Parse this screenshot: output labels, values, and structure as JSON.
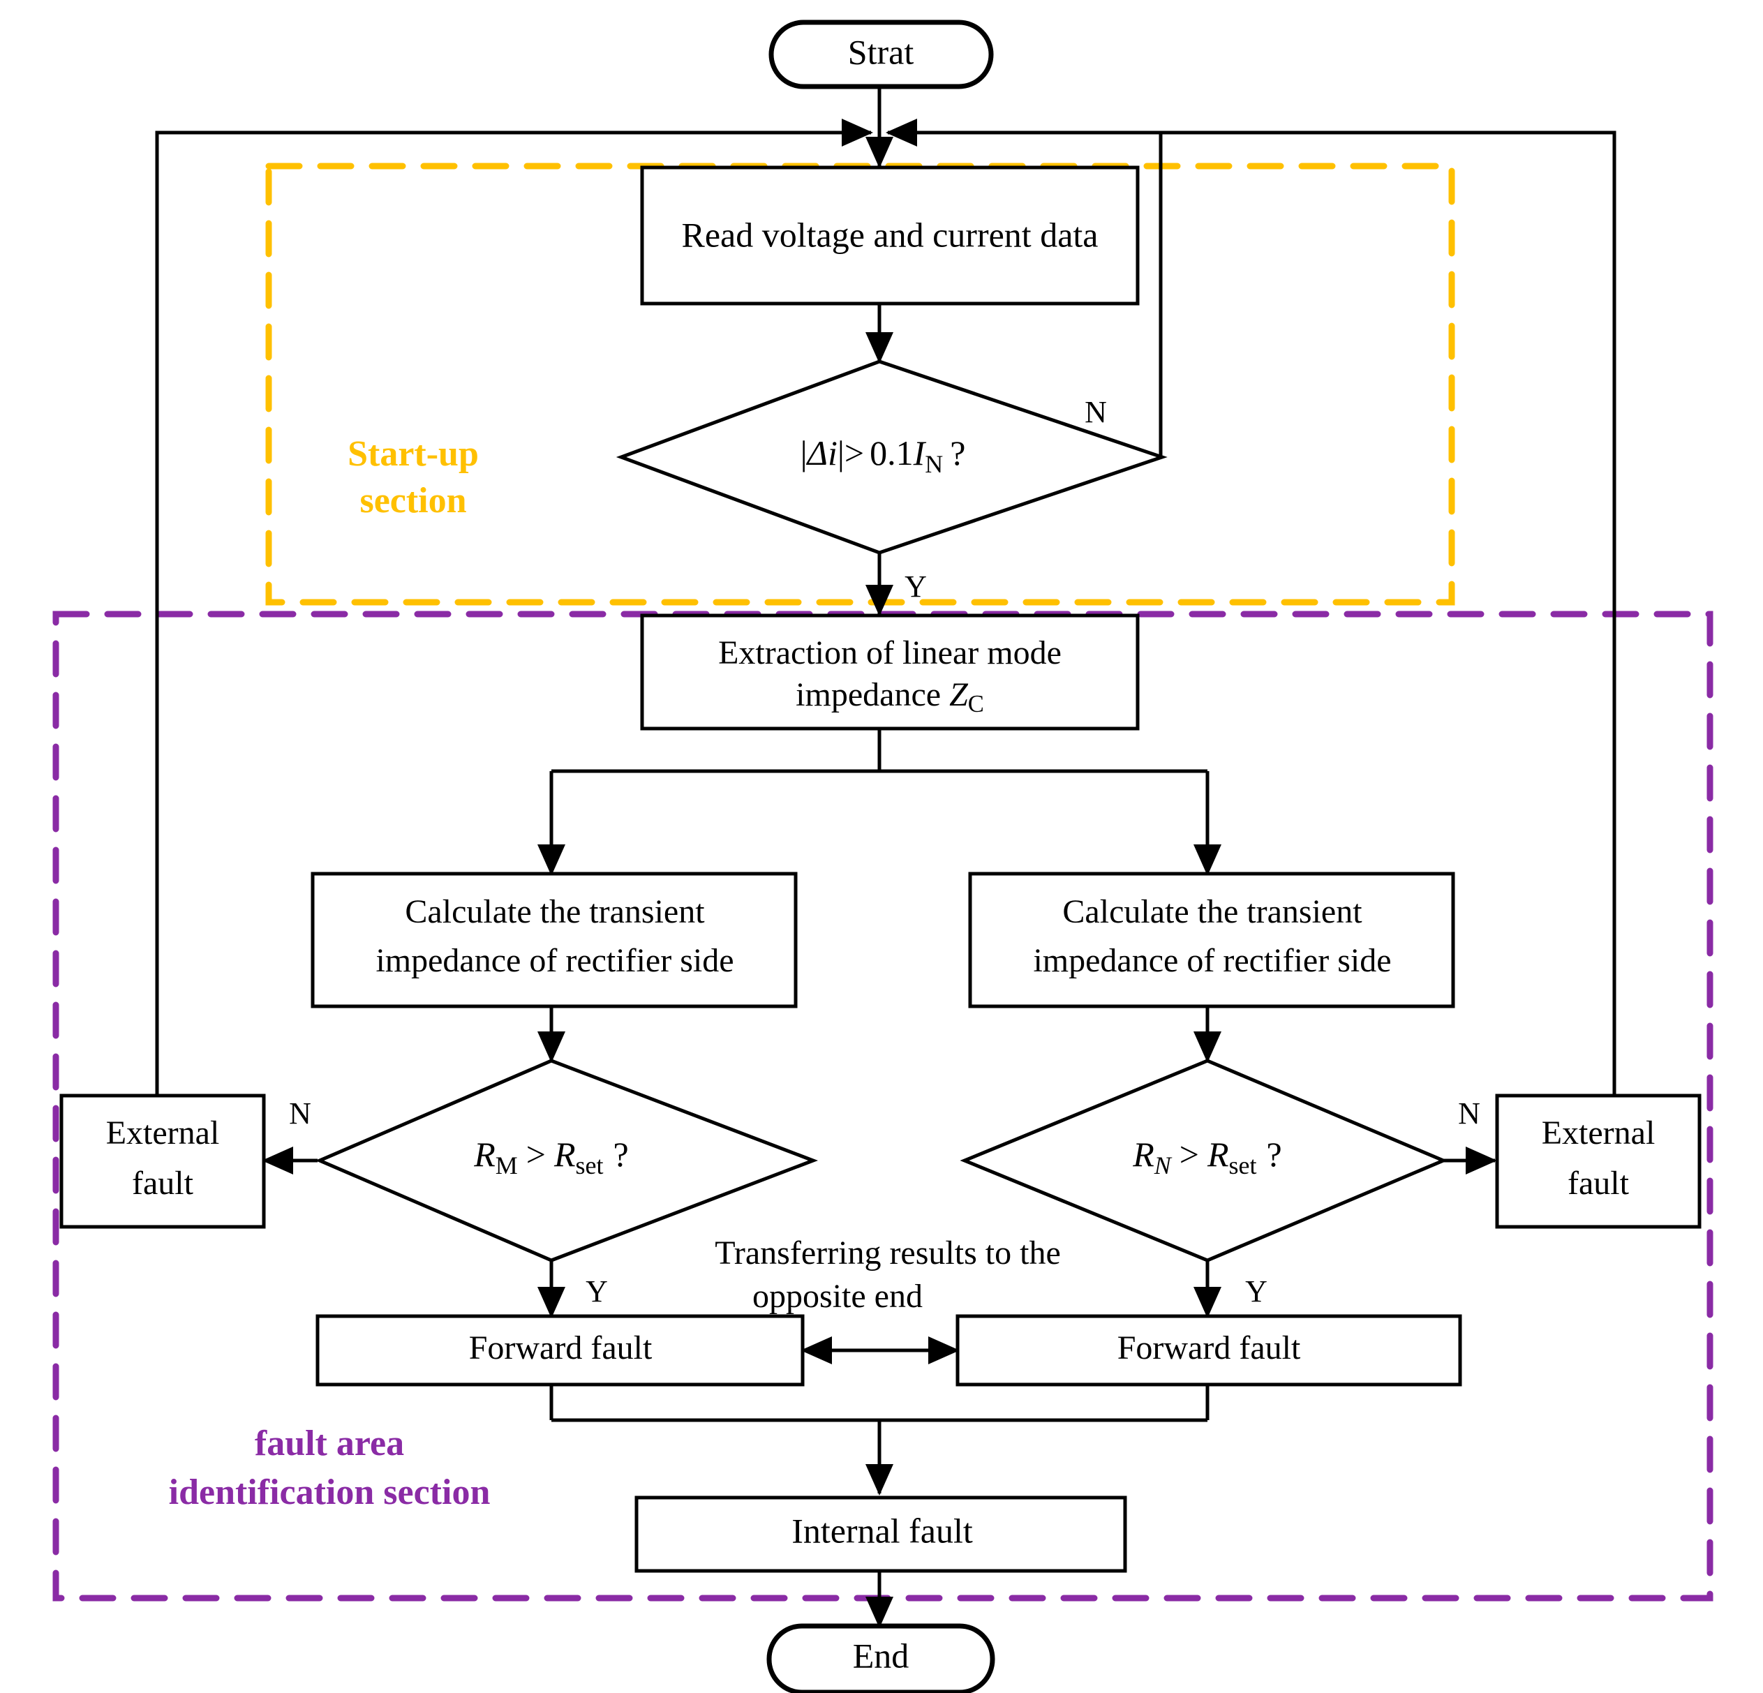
{
  "diagram": {
    "title": "Fault identification flowchart",
    "colors": {
      "startup_section": "#FFC000",
      "fault_section": "#8A2BA5",
      "line": "#000000",
      "background": "#FFFFFF"
    },
    "sections": [
      {
        "id": "startup",
        "label_line1": "Start-up",
        "label_line2": "section",
        "color": "#FFC000"
      },
      {
        "id": "fault-area",
        "label_line1": "fault area",
        "label_line2": "identification section",
        "color": "#8A2BA5"
      }
    ],
    "nodes": {
      "start": {
        "label": "Strat",
        "shape": "terminator"
      },
      "read_data": {
        "label": "Read voltage and current data",
        "shape": "process"
      },
      "decision_startup": {
        "shape": "decision",
        "text_parts": {
          "abs_open": "|",
          "delta": "Δ",
          "i": "i",
          "abs_close": "|",
          "gt": ">",
          "value": "0.1",
          "I": "I",
          "I_sub": "N",
          "q": "?"
        },
        "plain": "| Δi |> 0.1I_N ?",
        "yes_label": "Y",
        "no_label": "N"
      },
      "extraction": {
        "line1": "Extraction of linear mode",
        "line2_pre": "impedance ",
        "line2_sym": "Z",
        "line2_sub": "C",
        "shape": "process"
      },
      "calc_left": {
        "line1": "Calculate the transient",
        "line2": "impedance of rectifier side",
        "shape": "process"
      },
      "calc_right": {
        "line1": "Calculate the transient",
        "line2": "impedance of rectifier side",
        "shape": "process"
      },
      "decision_left": {
        "shape": "decision",
        "R": "R",
        "R_sub": "M",
        "gt": ">",
        "Rset": "R",
        "Rset_sub": "set",
        "q": "?",
        "plain": "R_M > R_set ?",
        "yes_label": "Y",
        "no_label": "N"
      },
      "decision_right": {
        "shape": "decision",
        "R": "R",
        "R_sub": "N",
        "gt": ">",
        "Rset": "R",
        "Rset_sub": "set",
        "q": "?",
        "plain": "R_N > R_set ?",
        "yes_label": "Y",
        "no_label": "N"
      },
      "external_left": {
        "line1": "External",
        "line2": "fault",
        "shape": "process"
      },
      "external_right": {
        "line1": "External",
        "line2": "fault",
        "shape": "process"
      },
      "forward_left": {
        "label": "Forward fault",
        "shape": "process"
      },
      "forward_right": {
        "label": "Forward fault",
        "shape": "process"
      },
      "internal": {
        "label": "Internal fault",
        "shape": "process"
      },
      "end": {
        "label": "End",
        "shape": "terminator"
      }
    },
    "annotations": {
      "transfer_line1": "Transferring results to the",
      "transfer_line2": "opposite end"
    }
  }
}
